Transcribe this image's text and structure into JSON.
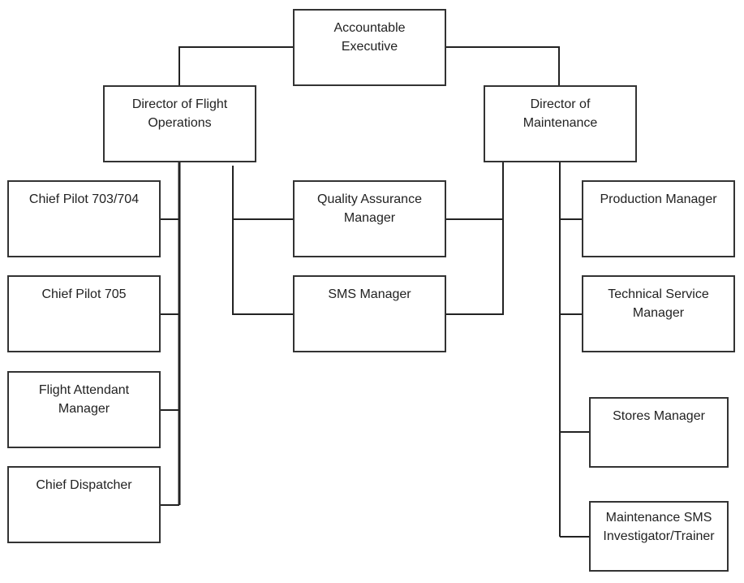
{
  "diagram": {
    "type": "org-chart",
    "line_color": "#222222",
    "box_border_color": "#333333",
    "text_color": "#222222",
    "background": "#ffffff",
    "nodes": {
      "accountable_executive": {
        "line1": "Accountable",
        "line2": "Executive"
      },
      "director_flight_ops": {
        "line1": "Director of Flight",
        "line2": "Operations"
      },
      "director_maintenance": {
        "line1": "Director of",
        "line2": "Maintenance"
      },
      "chief_pilot_703_704": {
        "line1": "Chief Pilot 703/704",
        "line2": ""
      },
      "chief_pilot_705": {
        "line1": "Chief Pilot 705",
        "line2": ""
      },
      "flight_attendant_manager": {
        "line1": "Flight Attendant",
        "line2": "Manager"
      },
      "chief_dispatcher": {
        "line1": "Chief Dispatcher",
        "line2": ""
      },
      "quality_assurance_manager": {
        "line1": "Quality Assurance",
        "line2": "Manager"
      },
      "sms_manager": {
        "line1": "SMS Manager",
        "line2": ""
      },
      "production_manager": {
        "line1": "Production Manager",
        "line2": ""
      },
      "technical_service_manager": {
        "line1": "Technical Service",
        "line2": "Manager"
      },
      "stores_manager": {
        "line1": "Stores Manager",
        "line2": ""
      },
      "maintenance_sms_investigator": {
        "line1": "Maintenance SMS",
        "line2": "Investigator/Trainer"
      }
    },
    "edges": [
      {
        "from": "accountable_executive",
        "to": "director_flight_ops"
      },
      {
        "from": "accountable_executive",
        "to": "director_maintenance"
      },
      {
        "from": "director_flight_ops",
        "to": "chief_pilot_703_704"
      },
      {
        "from": "director_flight_ops",
        "to": "chief_pilot_705"
      },
      {
        "from": "director_flight_ops",
        "to": "flight_attendant_manager"
      },
      {
        "from": "director_flight_ops",
        "to": "chief_dispatcher"
      },
      {
        "from": "director_flight_ops",
        "to": "quality_assurance_manager"
      },
      {
        "from": "director_flight_ops",
        "to": "sms_manager"
      },
      {
        "from": "director_maintenance",
        "to": "quality_assurance_manager"
      },
      {
        "from": "director_maintenance",
        "to": "sms_manager"
      },
      {
        "from": "director_maintenance",
        "to": "production_manager"
      },
      {
        "from": "director_maintenance",
        "to": "technical_service_manager"
      },
      {
        "from": "director_maintenance",
        "to": "stores_manager"
      },
      {
        "from": "director_maintenance",
        "to": "maintenance_sms_investigator"
      }
    ]
  }
}
